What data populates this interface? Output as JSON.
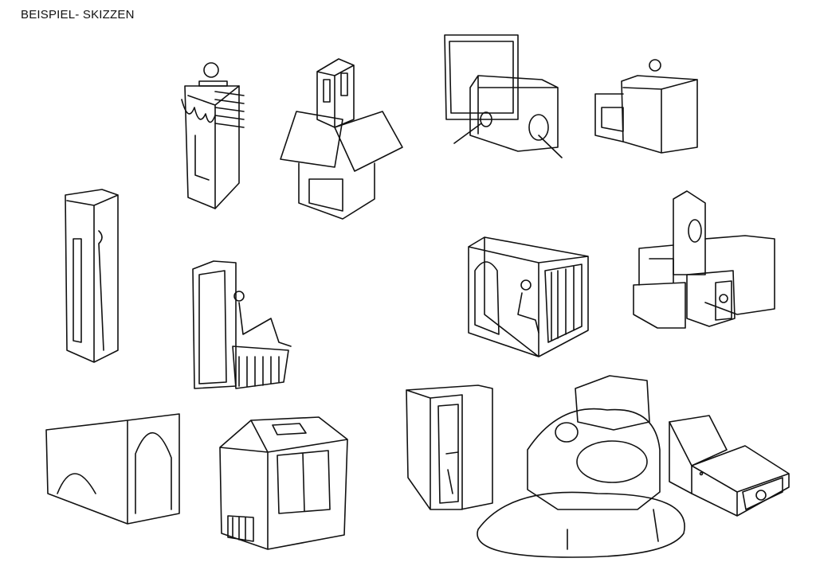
{
  "page": {
    "title": "BEISPIEL- SKIZZEN"
  },
  "sketches": [
    "tower-with-leaves",
    "tower-with-paper-roof",
    "box-with-window-and-legs",
    "box-with-person-head",
    "tall-booth-with-person",
    "tower-cluster",
    "curtained-booth",
    "chair-booth",
    "arch-wall",
    "house-with-window",
    "open-door-booth",
    "round-window-sculpture",
    "ramp-box-with-child"
  ]
}
